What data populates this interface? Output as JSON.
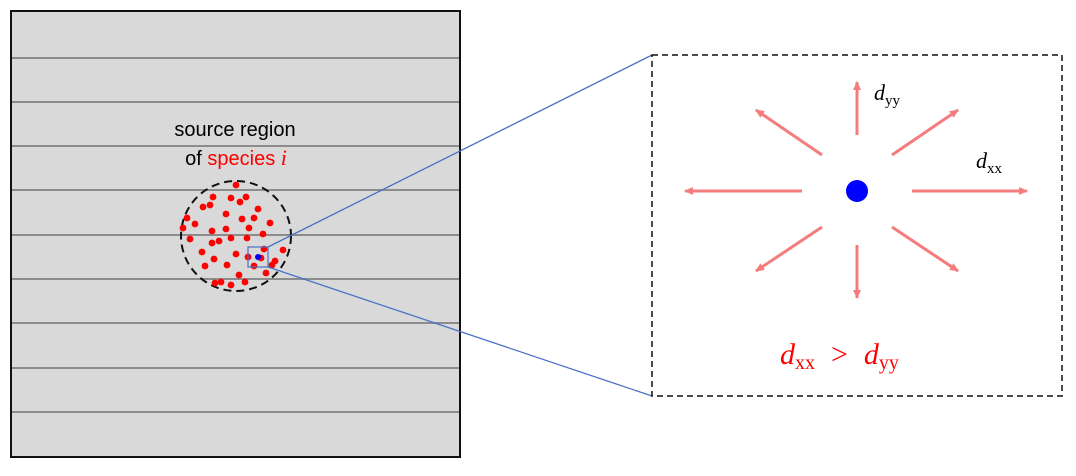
{
  "source_label": {
    "line1": "source region",
    "line2_prefix": "of ",
    "line2_species": "species",
    "line2_index": "i"
  },
  "zoom_labels": {
    "d_yy": {
      "base": "d",
      "sub": "yy"
    },
    "d_xx": {
      "base": "d",
      "sub": "xx"
    }
  },
  "inequality": {
    "left_base": "d",
    "left_sub": "xx",
    "operator": ">",
    "right_base": "d",
    "right_sub": "yy"
  },
  "colors": {
    "panel_fill": "#d9d9d9",
    "stripe_line": "#8c8c8c",
    "border": "#111111",
    "particle": "#ff0000",
    "highlight_particle": "#0000ff",
    "zoom_connector": "#4a72c4",
    "arrow": "#f47c7c",
    "species_text": "#ff0000",
    "label_text": "#000000"
  },
  "icons": {
    "particle": "dot-icon",
    "highlight": "center-dot-icon",
    "direction": "arrow-icon"
  }
}
